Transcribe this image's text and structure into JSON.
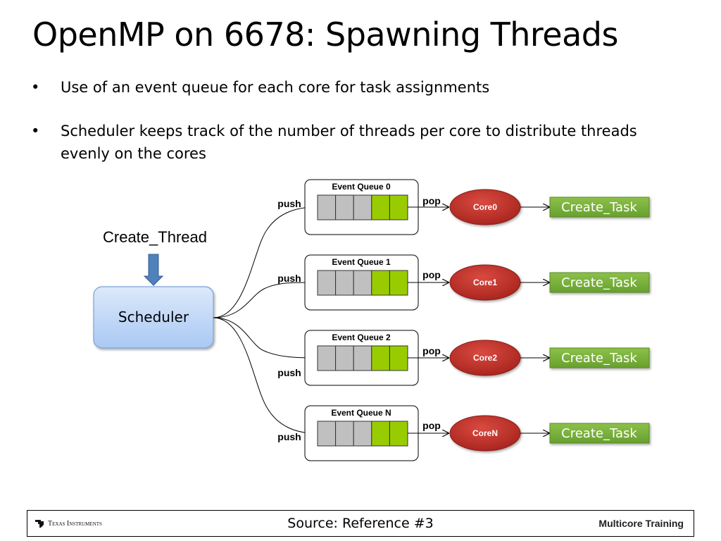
{
  "title": "OpenMP on 6678: Spawning Threads",
  "bullets": [
    "Use of an event queue for each core for task assignments",
    "Scheduler keeps track of the number of threads per core to distribute threads evenly on the cores"
  ],
  "diagram": {
    "create_thread": "Create_Thread",
    "scheduler": "Scheduler",
    "queues": [
      {
        "label": "Event Queue 0",
        "push": "push",
        "pop": "pop",
        "core": "Core0",
        "task": "Create_Task"
      },
      {
        "label": "Event Queue 1",
        "push": "push",
        "pop": "pop",
        "core": "Core1",
        "task": "Create_Task"
      },
      {
        "label": "Event Queue 2",
        "push": "push",
        "pop": "pop",
        "core": "Core2",
        "task": "Create_Task"
      },
      {
        "label": "Event Queue N",
        "push": "push",
        "pop": "pop",
        "core": "CoreN",
        "task": "Create_Task"
      }
    ],
    "slot_states": [
      "empty",
      "empty",
      "empty",
      "filled",
      "filled"
    ],
    "colors": {
      "slot_empty": "#c0c0c0",
      "slot_filled": "#99cc00",
      "core_fill": "#c0312b",
      "task_fill": "#77b03a",
      "scheduler_fill": "#b9d4f7",
      "arrow_fill": "#4f81bd"
    }
  },
  "footer": {
    "logo_text": "Texas Instruments",
    "source": "Source: Reference #3",
    "brand": "Multicore Training"
  }
}
